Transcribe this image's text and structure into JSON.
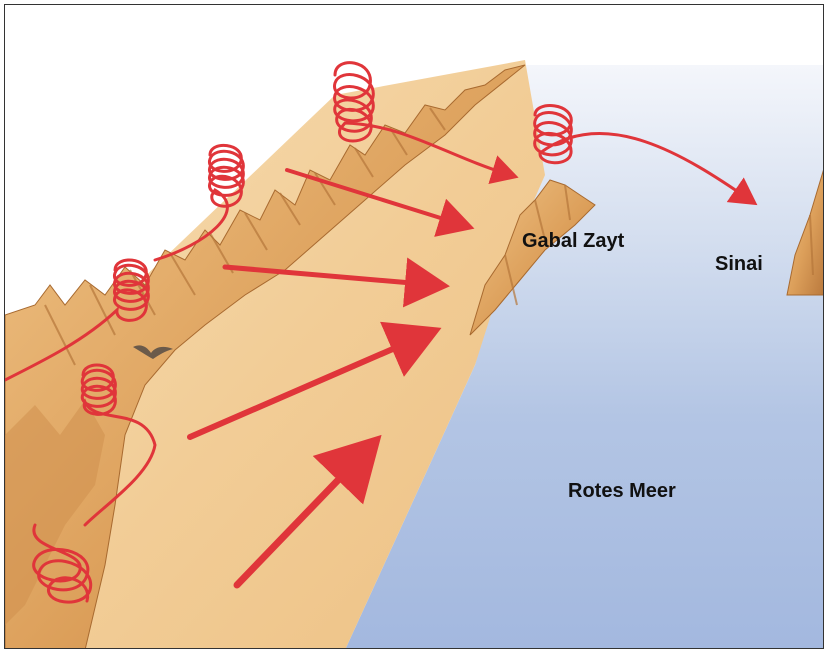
{
  "labels": {
    "gabal_zayt": "Gabal Zayt",
    "sinai": "Sinai",
    "red_sea": "Rotes Meer"
  },
  "colors": {
    "sea": "#a9bde0",
    "desert": "#f2cf9b",
    "mountain": "#d89a55",
    "arrow": "#e0353a",
    "border": "#333333"
  },
  "icons": [
    "bird-icon"
  ]
}
